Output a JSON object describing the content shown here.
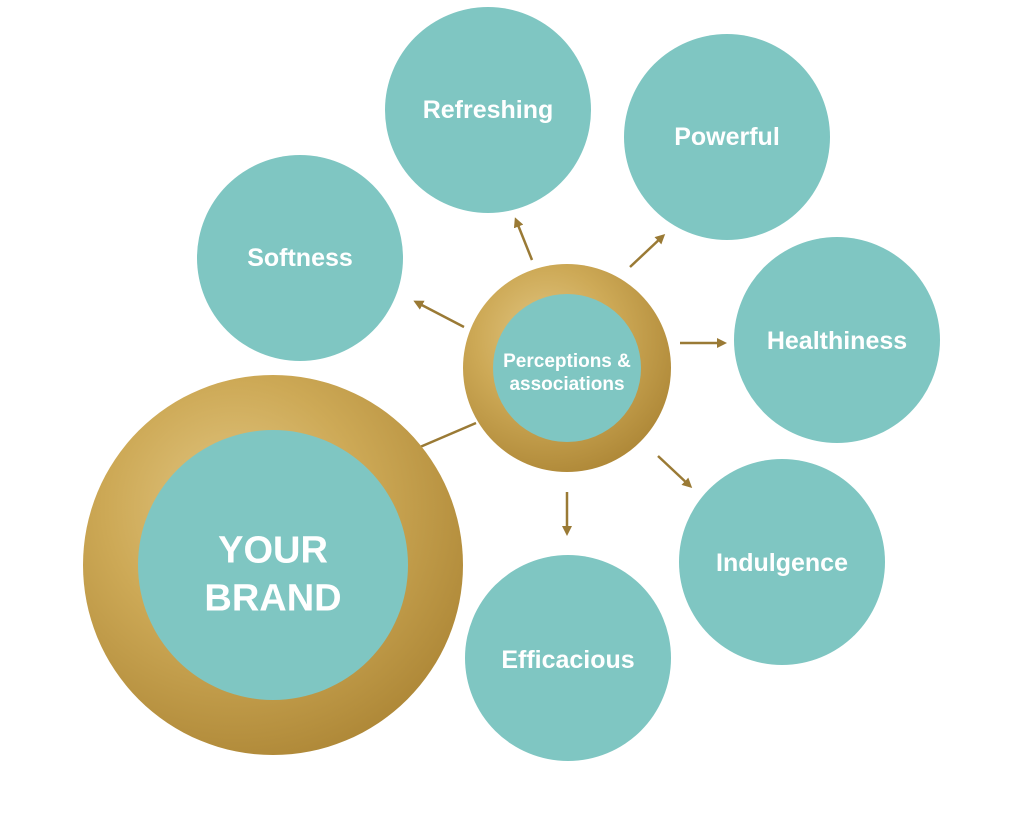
{
  "center": {
    "line1": "Perceptions &",
    "line2": "associations"
  },
  "brand": {
    "line1": "YOUR",
    "line2": "BRAND"
  },
  "nodes": [
    {
      "id": "softness",
      "label": "Softness"
    },
    {
      "id": "refreshing",
      "label": "Refreshing"
    },
    {
      "id": "powerful",
      "label": "Powerful"
    },
    {
      "id": "healthiness",
      "label": "Healthiness"
    },
    {
      "id": "indulgence",
      "label": "Indulgence"
    },
    {
      "id": "efficacious",
      "label": "Efficacious"
    }
  ],
  "colors": {
    "teal": "#7fc6c2",
    "gold": "#c8a04a",
    "gold_light": "#dcc078",
    "gold_dark": "#a98232",
    "arrow": "#9a7a35"
  }
}
